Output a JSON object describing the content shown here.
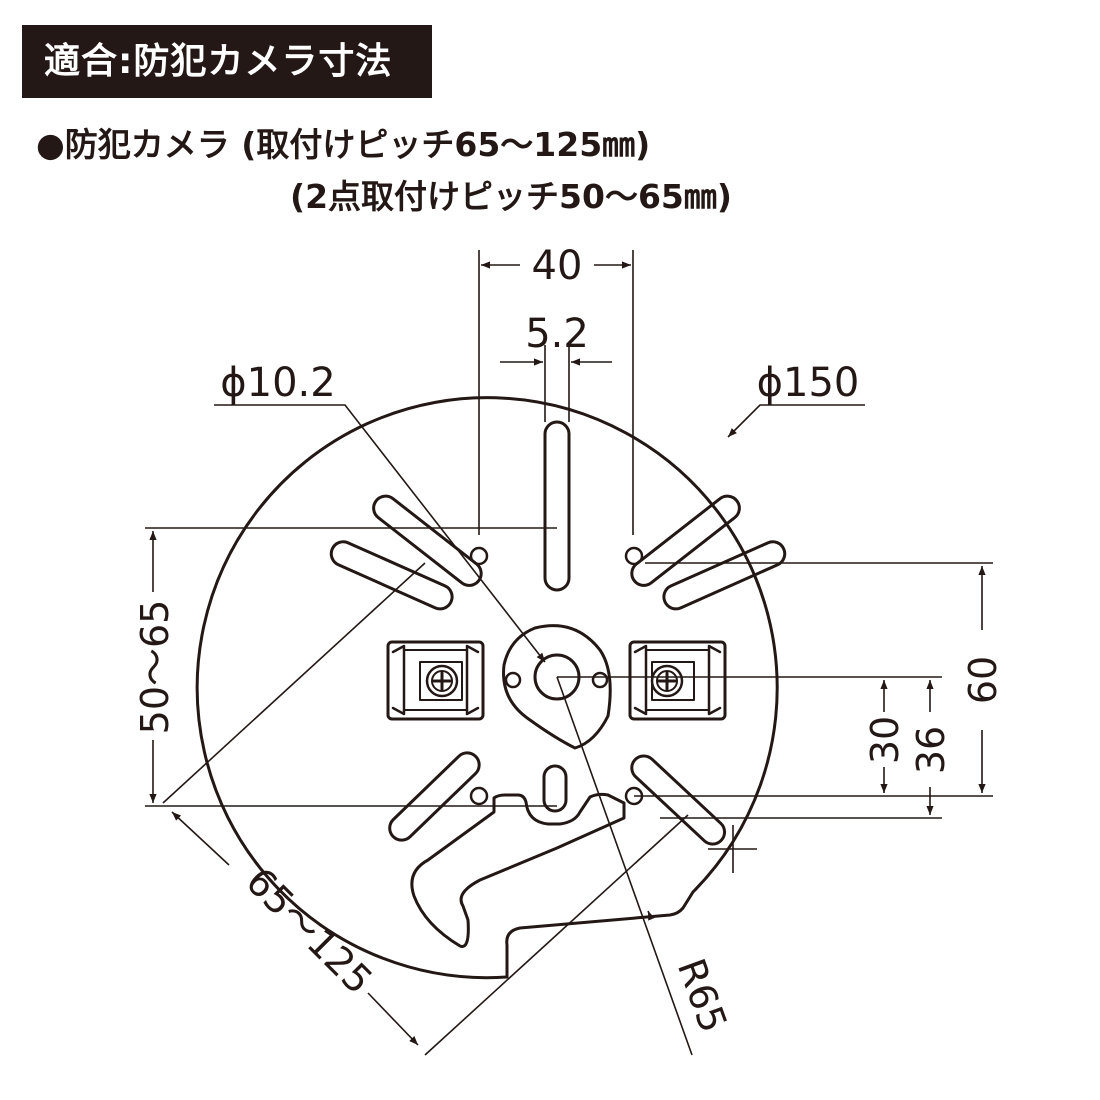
{
  "header": {
    "tag": "適合:防犯カメラ寸法",
    "line1": "●防犯カメラ (取付けピッチ65〜125㎜)",
    "line2": "(2点取付けピッチ50〜65㎜)"
  },
  "dimensions": {
    "d40": "40",
    "d5_2": "5.2",
    "phi10_2": "ϕ10.2",
    "phi150": "ϕ150",
    "d50_65": "50〜65",
    "d60": "60",
    "d30": "30",
    "d36": "36",
    "d65_125": "65〜125",
    "r65": "R65"
  },
  "colors": {
    "ink": "#231815",
    "background": "#ffffff"
  }
}
